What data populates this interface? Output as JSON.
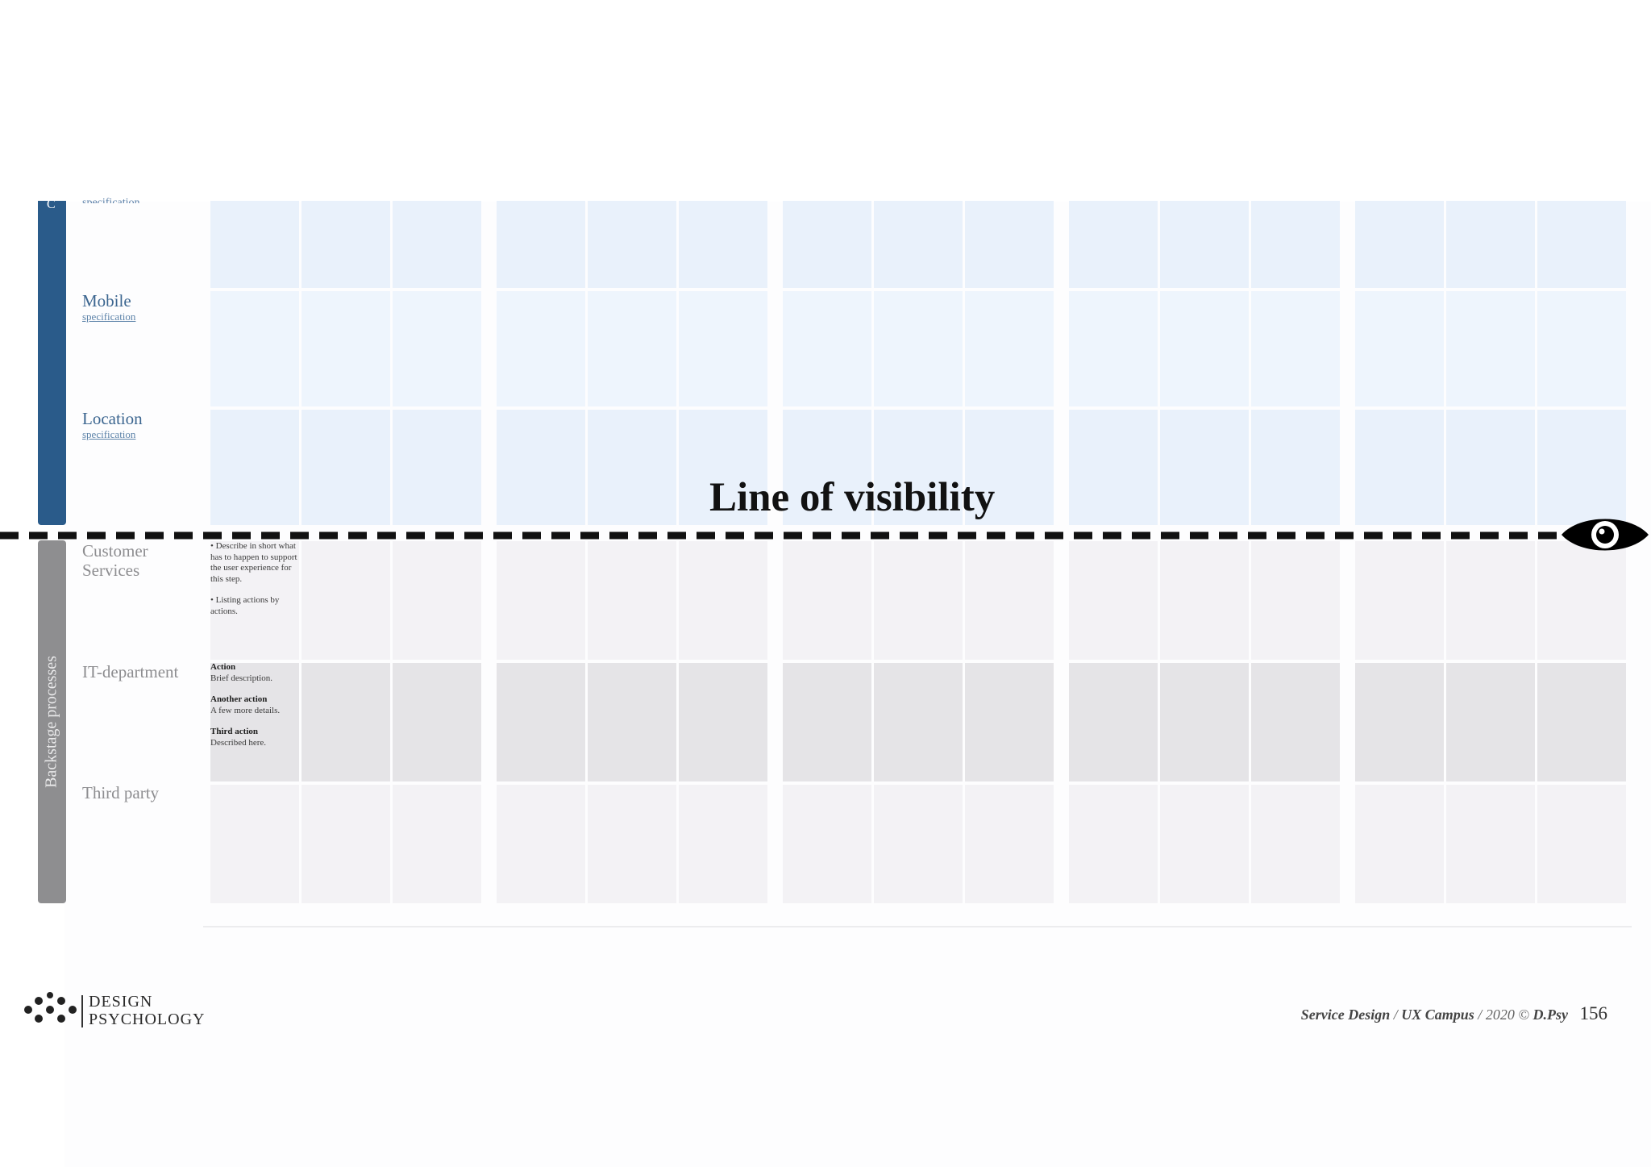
{
  "cut_text": {
    "top_spec": "specification",
    "front_group_letter": "C"
  },
  "frontstage_rows": [
    {
      "name": "Mobile",
      "spec": "specification"
    },
    {
      "name": "Location",
      "spec": "specification"
    }
  ],
  "backstage_group_label": "Backstage processes",
  "backstage_rows": [
    {
      "name": "Customer Services"
    },
    {
      "name": "IT-department"
    },
    {
      "name": "Third party"
    }
  ],
  "cell_notes": {
    "customer_services": [
      "• Describe in short what has to happen to support the user experience for this step.",
      "• Listing actions by actions."
    ],
    "it_department": [
      {
        "title": "Action",
        "desc": "Brief description."
      },
      {
        "title": "Another  action",
        "desc": "A few more details."
      },
      {
        "title": "Third action",
        "desc": "Described here."
      }
    ]
  },
  "line_of_visibility": {
    "title": "Line of visibility"
  },
  "icons": {
    "eye": "eye-icon",
    "logo": "dots-logo-icon"
  },
  "colors": {
    "frontstage_bar": "#2a5b8a",
    "backstage_bar": "#8e8e90",
    "front_cell_a": "#e9f1fb",
    "front_cell_b": "#eef5fd",
    "back_cell_light": "#f3f2f5",
    "back_cell_dark": "#e5e4e7"
  },
  "logo": {
    "line1": "DESIGN",
    "line2": "PSYCHOLOGY"
  },
  "footer": {
    "course": "Service Design",
    "sep1": "/",
    "campus": "UX Campus",
    "sep2": "/",
    "year": "2020 ©",
    "author": "D.Psy",
    "page_number": "156"
  }
}
